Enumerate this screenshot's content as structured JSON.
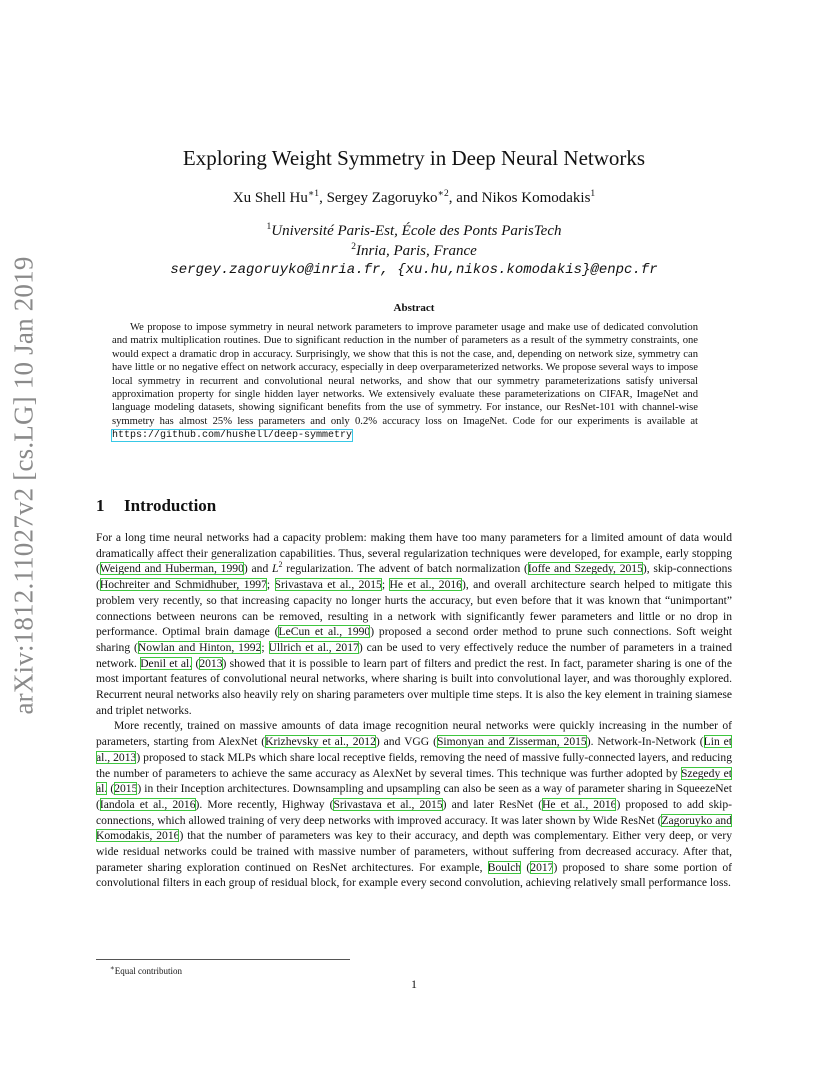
{
  "side_id": "arXiv:1812.11027v2  [cs.LG]  10 Jan 2019",
  "title": "Exploring Weight Symmetry in Deep Neural Networks",
  "authors": [
    {
      "name": "Xu Shell Hu",
      "mark": "∗1"
    },
    {
      "name": "Sergey Zagoruyko",
      "mark": "∗2"
    },
    {
      "name": "Nikos Komodakis",
      "mark": "1"
    }
  ],
  "authors_sep": ", ",
  "authors_and": ", and ",
  "affiliations": [
    {
      "mark": "1",
      "text": "Université Paris-Est, École des Ponts ParisTech"
    },
    {
      "mark": "2",
      "text": "Inria, Paris, France"
    }
  ],
  "emails": "sergey.zagoruyko@inria.fr, {xu.hu,nikos.komodakis}@enpc.fr",
  "abstract": {
    "heading": "Abstract",
    "text": "We propose to impose symmetry in neural network parameters to improve parameter usage and make use of dedicated convolution and matrix multiplication routines. Due to significant reduction in the number of parameters as a result of the symmetry constraints, one would expect a dramatic drop in accuracy. Surprisingly, we show that this is not the case, and, depending on network size, symmetry can have little or no negative effect on network accuracy, especially in deep overparameterized networks.  We propose several ways to impose local symmetry in recurrent and convolutional neural networks, and show that our symmetry parameterizations satisfy universal approximation property for single hidden layer networks. We extensively evaluate these parameterizations on CIFAR, ImageNet and language modeling datasets, showing significant benefits from the use of symmetry.  For instance, our ResNet-101 with channel-wise symmetry has almost 25% less parameters and only 0.2% accuracy loss on ImageNet. Code for our experiments is available at ",
    "link": "https://github.com/hushell/deep-symmetry"
  },
  "section": {
    "number": "1",
    "title": "Introduction"
  },
  "para1": [
    {
      "t": "For a long time neural networks had a capacity problem: making them have too many parameters for a limited amount of data would dramatically affect their generalization capabilities. Thus, several regularization techniques were developed, for example, early stopping ("
    },
    {
      "t": "Weigend and Huberman, 1990",
      "cite": true
    },
    {
      "t": ") and "
    },
    {
      "t": "L",
      "italic": true
    },
    {
      "t": "2",
      "sup": true
    },
    {
      "t": " regularization. The advent of batch normalization ("
    },
    {
      "t": "Ioffe and Szegedy, 2015",
      "cite": true
    },
    {
      "t": "), skip-connections ("
    },
    {
      "t": "Hochreiter and Schmidhuber, 1997",
      "cite": true
    },
    {
      "t": "; "
    },
    {
      "t": "Srivastava et al., 2015",
      "cite": true
    },
    {
      "t": "; "
    },
    {
      "t": "He et al., 2016",
      "cite": true
    },
    {
      "t": "), and overall architecture search helped to mitigate this problem very recently, so that increasing capacity no longer hurts the accuracy, but even before that it was known that “unimportant” connections between neurons can be removed, resulting in a network with significantly fewer parameters and little or no drop in performance. Optimal brain damage ("
    },
    {
      "t": "LeCun et al., 1990",
      "cite": true
    },
    {
      "t": ") proposed a second order method to prune such connections. Soft weight sharing ("
    },
    {
      "t": "Nowlan and Hinton, 1992",
      "cite": true
    },
    {
      "t": "; "
    },
    {
      "t": "Ullrich et al., 2017",
      "cite": true
    },
    {
      "t": ") can be used to very effectively reduce the number of parameters in a trained network. "
    },
    {
      "t": "Denil et al.",
      "cite": true
    },
    {
      "t": " ("
    },
    {
      "t": "2013",
      "cite": true
    },
    {
      "t": ") showed that it is possible to learn part of filters and predict the rest. In fact, parameter sharing is one of the most important features of convolutional neural networks, where sharing is built into convolutional layer, and was thoroughly explored. Recurrent neural networks also heavily rely on sharing parameters over multiple time steps. It is also the key element in training siamese and triplet networks."
    }
  ],
  "para2": [
    {
      "t": "More recently, trained on massive amounts of data image recognition neural networks were quickly increasing in the number of parameters, starting from AlexNet ("
    },
    {
      "t": "Krizhevsky et al., 2012",
      "cite": true
    },
    {
      "t": ") and VGG ("
    },
    {
      "t": "Simonyan and Zisserman, 2015",
      "cite": true
    },
    {
      "t": "). Network-In-Network ("
    },
    {
      "t": "Lin et al., 2013",
      "cite": true
    },
    {
      "t": ") proposed to stack MLPs which share local receptive fields, removing the need of massive fully-connected layers, and reducing the number of parameters to achieve the same accuracy as AlexNet by several times. This technique was further adopted by "
    },
    {
      "t": "Szegedy et al.",
      "cite": true
    },
    {
      "t": " ("
    },
    {
      "t": "2015",
      "cite": true
    },
    {
      "t": ") in their Inception architectures. Downsampling and upsampling can also be seen as a way of parameter sharing in SqueezeNet ("
    },
    {
      "t": "Iandola et al., 2016",
      "cite": true
    },
    {
      "t": "). More recently, Highway ("
    },
    {
      "t": "Srivastava et al., 2015",
      "cite": true
    },
    {
      "t": ") and later ResNet ("
    },
    {
      "t": "He et al., 2016",
      "cite": true
    },
    {
      "t": ") proposed to add skip-connections, which allowed training of very deep networks with improved accuracy. It was later shown by Wide ResNet ("
    },
    {
      "t": "Zagoruyko and Komodakis, 2016",
      "cite": true
    },
    {
      "t": ") that the number of parameters was key to their accuracy, and depth was complementary. Either very deep, or very wide residual networks could be trained with massive number of parameters, without suffering from decreased accuracy. After that, parameter sharing exploration continued on ResNet architectures. For example, "
    },
    {
      "t": "Boulch",
      "cite": true
    },
    {
      "t": " ("
    },
    {
      "t": "2017",
      "cite": true
    },
    {
      "t": ") proposed to share some portion of convolutional filters in each group of residual block, for example every second convolution, achieving relatively small performance loss."
    }
  ],
  "footnote": {
    "mark": "∗",
    "text": "Equal contribution"
  },
  "page_number": "1"
}
